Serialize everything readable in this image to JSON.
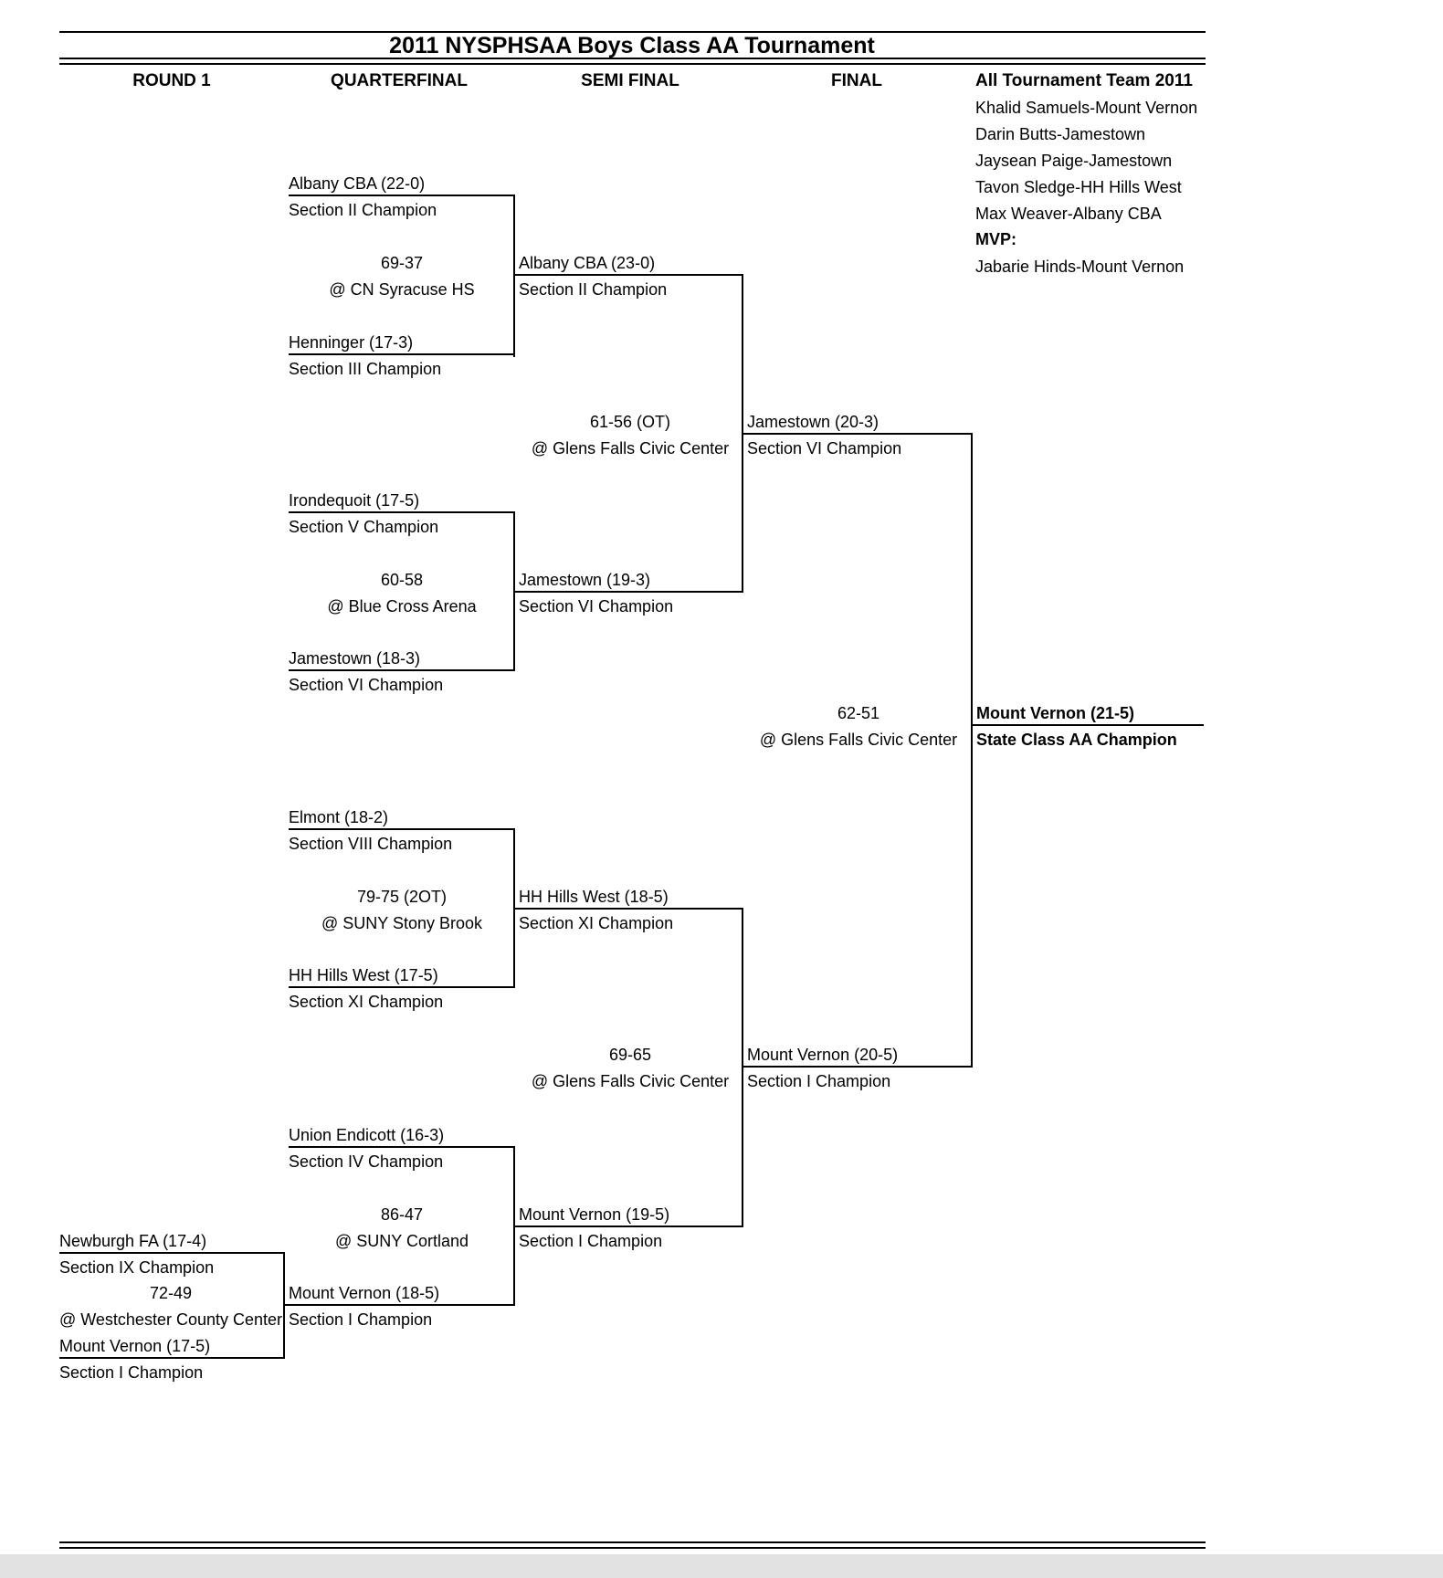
{
  "page": {
    "title": "2011 NYSPHSAA Boys Class AA Tournament"
  },
  "columns": {
    "round1": "ROUND 1",
    "quarterfinal": "QUARTERFINAL",
    "semifinal": "SEMI FINAL",
    "final": "FINAL"
  },
  "all_tournament": {
    "heading": "All Tournament Team 2011",
    "players": [
      "Khalid Samuels-Mount Vernon",
      "Darin Butts-Jamestown",
      "Jaysean Paige-Jamestown",
      "Tavon Sledge-HH Hills West",
      "Max Weaver-Albany CBA"
    ],
    "mvp_label": "MVP:",
    "mvp_player": "Jabarie Hinds-Mount Vernon"
  },
  "bracket": {
    "round1": {
      "top": {
        "team": "Newburgh FA (17-4)",
        "sub": "Section IX Champion"
      },
      "bottom": {
        "team": "Mount Vernon (17-5)",
        "sub": "Section I Champion"
      },
      "score": "72-49",
      "venue": "@ Westchester County Center"
    },
    "qf1": {
      "top": {
        "team": "Albany CBA (22-0)",
        "sub": "Section II Champion"
      },
      "bottom": {
        "team": "Henninger (17-3)",
        "sub": "Section III Champion"
      },
      "score": "69-37",
      "venue": "@ CN Syracuse HS",
      "winner": {
        "team": "Albany CBA (23-0)",
        "sub": "Section II Champion"
      }
    },
    "qf2": {
      "top": {
        "team": "Irondequoit (17-5)",
        "sub": "Section V Champion"
      },
      "bottom": {
        "team": "Jamestown (18-3)",
        "sub": "Section VI Champion"
      },
      "score": "60-58",
      "venue": "@ Blue Cross Arena",
      "winner": {
        "team": "Jamestown (19-3)",
        "sub": "Section VI Champion"
      }
    },
    "qf3": {
      "top": {
        "team": "Elmont (18-2)",
        "sub": "Section VIII Champion"
      },
      "bottom": {
        "team": "HH Hills West (17-5)",
        "sub": "Section XI Champion"
      },
      "score": "79-75 (2OT)",
      "venue": "@ SUNY Stony Brook",
      "winner": {
        "team": "HH Hills West (18-5)",
        "sub": "Section XI Champion"
      }
    },
    "qf4": {
      "top": {
        "team": "Union Endicott (16-3)",
        "sub": "Section IV Champion"
      },
      "bottom": {
        "team": "Mount Vernon (18-5)",
        "sub": "Section I Champion"
      },
      "score": "86-47",
      "venue": "@ SUNY Cortland",
      "winner": {
        "team": "Mount Vernon (19-5)",
        "sub": "Section I Champion"
      }
    },
    "sf1": {
      "score": "61-56 (OT)",
      "venue": "@ Glens Falls Civic Center",
      "winner": {
        "team": "Jamestown (20-3)",
        "sub": "Section VI Champion"
      }
    },
    "sf2": {
      "score": "69-65",
      "venue": "@ Glens Falls Civic Center",
      "winner": {
        "team": "Mount Vernon (20-5)",
        "sub": "Section I Champion"
      }
    },
    "final": {
      "score": "62-51",
      "venue": "@ Glens Falls Civic Center",
      "winner": {
        "team": "Mount Vernon (21-5)",
        "sub": "State Class AA Champion"
      }
    }
  }
}
